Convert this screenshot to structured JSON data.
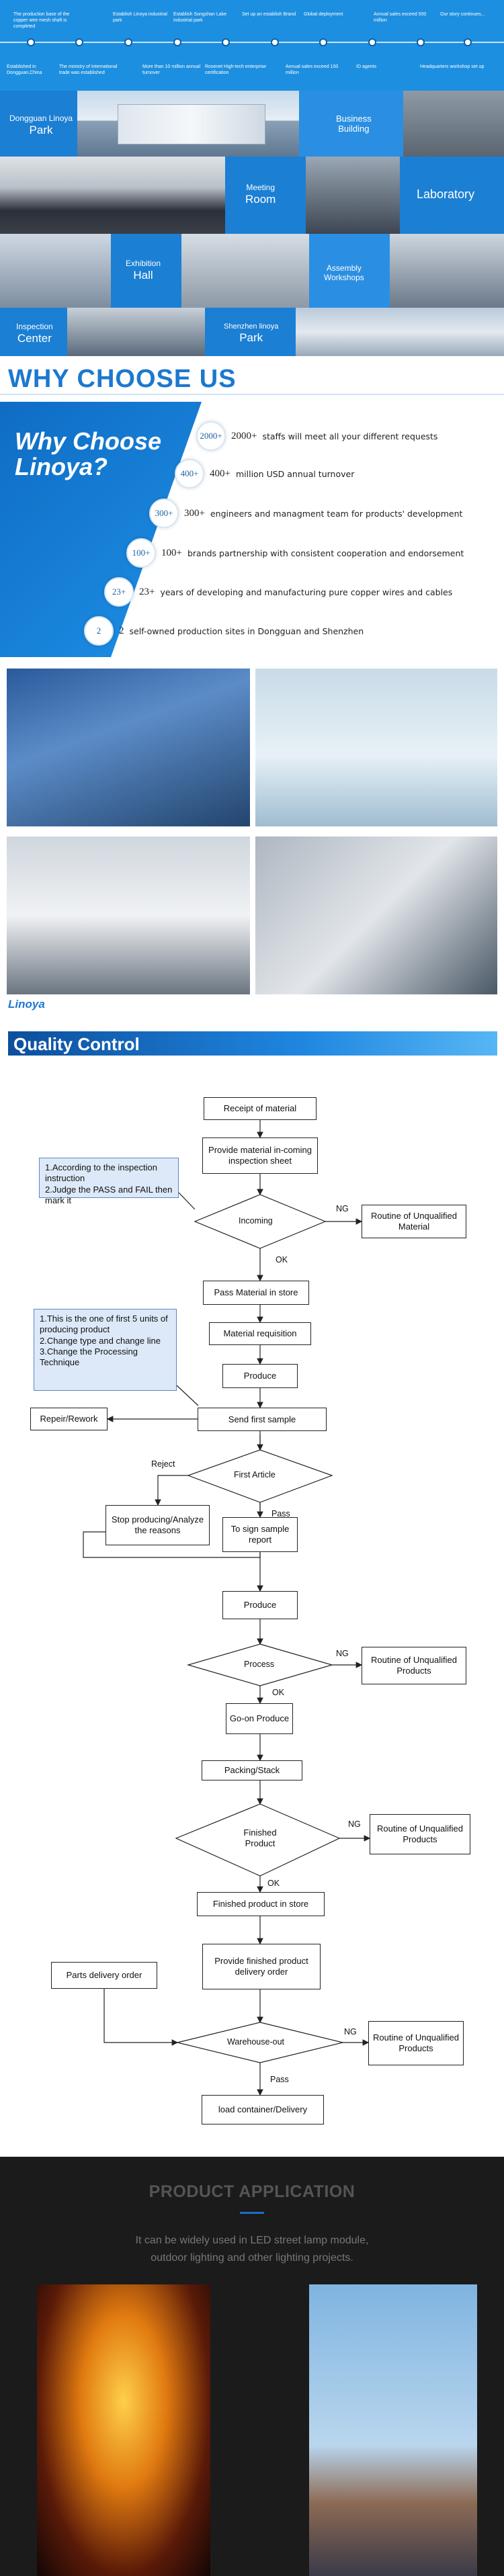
{
  "timeline": {
    "top": [
      "The production base of the copper wire mesh shaft is completed",
      "Establish Linoya industrial park",
      "Establish Songshan Lake industrial park",
      "Set up an establish Brand",
      "Global deployment",
      "Annual sales exceed 500 million",
      "Our story continues..."
    ],
    "bottom": [
      "Established in Dongguan,China",
      "The ministry of International trade was established",
      "More than 10 million annual turnover",
      "Rosenet High-tech enterprise certification",
      "Annual sales exceed 100 million",
      "ID agents",
      "Headquarters workshop set up"
    ]
  },
  "mosaic": {
    "park": "Dongguan Linoya",
    "park2": "Park",
    "business1": "Business",
    "business2": "Building",
    "meeting1": "Meeting",
    "meeting2": "Room",
    "laboratory": "Laboratory",
    "exhibition1": "Exhibition",
    "exhibition2": "Hall",
    "assembly1": "Assembly",
    "assembly2": "Workshops",
    "inspection1": "Inspection",
    "inspection2": "Center",
    "shenzhen1": "Shenzhen linoya",
    "shenzhen2": "Park"
  },
  "why": {
    "heading": "WHY CHOOSE US",
    "title_line1": "Why Choose",
    "title_line2": "Linoya?",
    "items": [
      {
        "badge": "2000+",
        "num": "2000+",
        "text": "staffs will meet all your different requests"
      },
      {
        "badge": "400+",
        "num": "400+",
        "text": "million USD annual turnover"
      },
      {
        "badge": "300+",
        "num": "300+",
        "text": "engineers and managment team for products' development"
      },
      {
        "badge": "100+",
        "num": "100+",
        "text": "brands partnership with consistent cooperation and endorsement"
      },
      {
        "badge": "23+",
        "num": "23+",
        "text": "years of developing and manufacturing pure copper wires and cables"
      },
      {
        "badge": "2",
        "num": "2",
        "text": "self-owned production sites in Dongguan and Shenzhen"
      }
    ]
  },
  "logo": "Linoya",
  "qc": {
    "title": "Quality Control",
    "receipt": "Receipt of material",
    "provide_sheet": "Provide material in-coming inspection sheet",
    "note1": "1.According to the inspection instruction\n2.Judge the PASS and FAIL then mark it",
    "incoming": "Incoming",
    "ng": "NG",
    "ok": "OK",
    "routine_unqualified_material": "Routine of Unqualified Material",
    "pass_material": "Pass Material in store",
    "material_requisition": "Material requisition",
    "produce": "Produce",
    "note2": "1.This is the one of first 5 units of producing product\n2.Change type and change line\n3.Change the Processing Technique",
    "repair": "Repeir/Rework",
    "send_first": "Send first sample",
    "reject": "Reject",
    "first_article": "First Article",
    "pass": "Pass",
    "stop_producing": "Stop producing/Analyze the reasons",
    "sign_sample": "To sign sample report",
    "process": "Process",
    "routine_unqualified_products": "Routine of Unqualified Products",
    "go_on": "Go-on Produce",
    "packing": "Packing/Stack",
    "finished_product": "Finished Product",
    "routine_of_unqualified_products": "Routine of Unqualified Products",
    "finished_in_store": "Finished product in store",
    "parts_delivery": "Parts delivery order",
    "provide_finished": "Provide finished product delivery order",
    "warehouse_out": "Warehouse-out",
    "load_container": "load container/Delivery"
  },
  "application": {
    "title": "PRODUCT APPLICATION",
    "line1": "It can be widely used in LED street lamp module,",
    "line2": "outdoor lighting and other lighting projects."
  }
}
